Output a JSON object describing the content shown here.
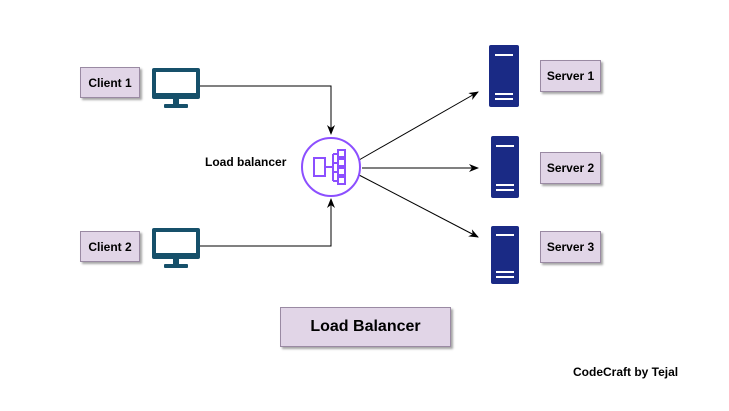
{
  "clients": [
    {
      "label": "Client 1",
      "icon": "monitor-icon"
    },
    {
      "label": "Client 2",
      "icon": "monitor-icon"
    }
  ],
  "servers": [
    {
      "label": "Server 1",
      "icon": "server-icon"
    },
    {
      "label": "Server 2",
      "icon": "server-icon"
    },
    {
      "label": "Server 3",
      "icon": "server-icon"
    }
  ],
  "load_balancer": {
    "label": "Load balancer",
    "icon": "load-balancer-icon"
  },
  "title": "Load Balancer",
  "credit": "CodeCraft by Tejal",
  "colors": {
    "monitor": "#16506a",
    "server": "#1a2a85",
    "balancer": "#8c4fff",
    "box_fill": "#e1d5e7",
    "edge": "#000000"
  }
}
